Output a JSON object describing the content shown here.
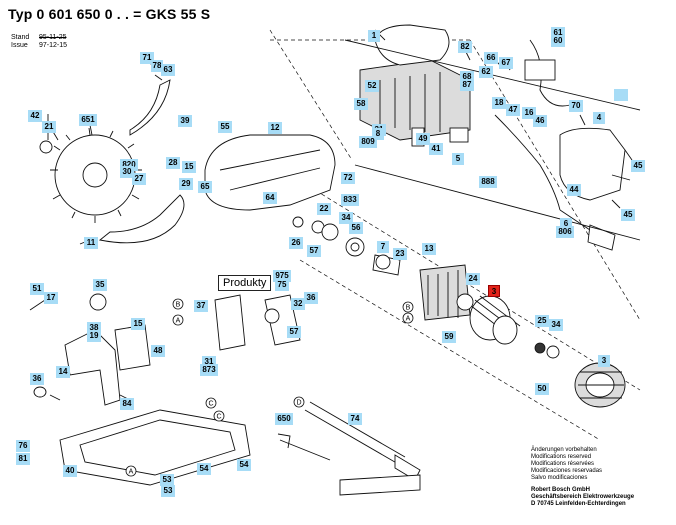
{
  "header": {
    "title": "Typ 0 601 650 0 . .  = GKS 55 S",
    "stand_label": "Stand",
    "stand_value": "95-11-25",
    "issue_label": "Issue",
    "issue_value": "97-12-15"
  },
  "tooltip": {
    "text": "Produkty"
  },
  "colors": {
    "callout_fill": "#a7dcf6",
    "highlight_fill": "#e2231a"
  },
  "notes": {
    "changes": [
      "Änderungen vorbehalten",
      "Modifications reserved",
      "Modifications réservées",
      "Modificaciones reservadas",
      "Salvo modificaciones"
    ],
    "company": [
      "Robert Bosch GmbH",
      "Geschäftsbereich Elektrowerkzeuge",
      "D 70745 Leinfelden-Echterdingen"
    ]
  },
  "callouts": [
    {
      "label": "1",
      "highlight": false
    },
    {
      "label": "82",
      "highlight": false
    },
    {
      "label": "61",
      "highlight": false
    },
    {
      "label": "60",
      "highlight": false
    },
    {
      "label": "71",
      "highlight": false
    },
    {
      "label": "78",
      "highlight": false
    },
    {
      "label": "63",
      "highlight": false
    },
    {
      "label": "66",
      "highlight": false
    },
    {
      "label": "67",
      "highlight": false
    },
    {
      "label": "52",
      "highlight": false
    },
    {
      "label": "68",
      "highlight": false
    },
    {
      "label": "87",
      "highlight": false
    },
    {
      "label": "62",
      "highlight": false
    },
    {
      "label": "42",
      "highlight": false
    },
    {
      "label": "651",
      "highlight": false
    },
    {
      "label": "39",
      "highlight": false
    },
    {
      "label": "55",
      "highlight": false
    },
    {
      "label": "12",
      "highlight": false
    },
    {
      "label": "58",
      "highlight": false
    },
    {
      "label": "18",
      "highlight": false
    },
    {
      "label": "47",
      "highlight": false
    },
    {
      "label": "70",
      "highlight": false
    },
    {
      "label": "16",
      "highlight": false
    },
    {
      "label": "46",
      "highlight": false
    },
    {
      "label": "4",
      "highlight": false
    },
    {
      "label": "21",
      "highlight": false
    },
    {
      "label": "31",
      "highlight": false
    },
    {
      "label": "8",
      "highlight": false
    },
    {
      "label": "809",
      "highlight": false
    },
    {
      "label": "49",
      "highlight": false
    },
    {
      "label": "41",
      "highlight": false
    },
    {
      "label": "5",
      "highlight": false
    },
    {
      "label": "45",
      "highlight": false
    },
    {
      "label": "820",
      "highlight": false
    },
    {
      "label": "30",
      "highlight": false
    },
    {
      "label": "28",
      "highlight": false
    },
    {
      "label": "15",
      "highlight": false
    },
    {
      "label": "888",
      "highlight": false
    },
    {
      "label": "27",
      "highlight": false
    },
    {
      "label": "29",
      "highlight": false
    },
    {
      "label": "72",
      "highlight": false
    },
    {
      "label": "44",
      "highlight": false
    },
    {
      "label": "65",
      "highlight": false
    },
    {
      "label": "833",
      "highlight": false
    },
    {
      "label": "34",
      "highlight": false
    },
    {
      "label": "45",
      "highlight": false
    },
    {
      "label": "64",
      "highlight": false
    },
    {
      "label": "22",
      "highlight": false
    },
    {
      "label": "56",
      "highlight": false
    },
    {
      "label": "6",
      "highlight": false
    },
    {
      "label": "806",
      "highlight": false
    },
    {
      "label": "11",
      "highlight": false
    },
    {
      "label": "26",
      "highlight": false
    },
    {
      "label": "57",
      "highlight": false
    },
    {
      "label": "7",
      "highlight": false
    },
    {
      "label": "23",
      "highlight": false
    },
    {
      "label": "13",
      "highlight": false
    },
    {
      "label": "35",
      "highlight": false
    },
    {
      "label": "975",
      "highlight": false
    },
    {
      "label": "75",
      "highlight": false
    },
    {
      "label": "24",
      "highlight": false
    },
    {
      "label": "3",
      "highlight": true
    },
    {
      "label": "51",
      "highlight": false
    },
    {
      "label": "17",
      "highlight": false
    },
    {
      "label": "37",
      "highlight": false
    },
    {
      "label": "32",
      "highlight": false
    },
    {
      "label": "36",
      "highlight": false
    },
    {
      "label": "15",
      "highlight": false
    },
    {
      "label": "57",
      "highlight": false
    },
    {
      "label": "38",
      "highlight": false
    },
    {
      "label": "19",
      "highlight": false
    },
    {
      "label": "25",
      "highlight": false
    },
    {
      "label": "34",
      "highlight": false
    },
    {
      "label": "59",
      "highlight": false
    },
    {
      "label": "48",
      "highlight": false
    },
    {
      "label": "31",
      "highlight": false
    },
    {
      "label": "873",
      "highlight": false
    },
    {
      "label": "3",
      "highlight": false
    },
    {
      "label": "14",
      "highlight": false
    },
    {
      "label": "36",
      "highlight": false
    },
    {
      "label": "50",
      "highlight": false
    },
    {
      "label": "84",
      "highlight": false
    },
    {
      "label": "650",
      "highlight": false
    },
    {
      "label": "74",
      "highlight": false
    },
    {
      "label": "76",
      "highlight": false
    },
    {
      "label": "81",
      "highlight": false
    },
    {
      "label": "40",
      "highlight": false
    },
    {
      "label": "53",
      "highlight": false
    },
    {
      "label": "54",
      "highlight": false
    },
    {
      "label": "54",
      "highlight": false
    },
    {
      "label": "53",
      "highlight": false
    },
    {
      "label": "",
      "highlight": false
    }
  ],
  "circle_markers": [
    "B",
    "A",
    "B",
    "A",
    "C",
    "C",
    "D",
    "A"
  ]
}
